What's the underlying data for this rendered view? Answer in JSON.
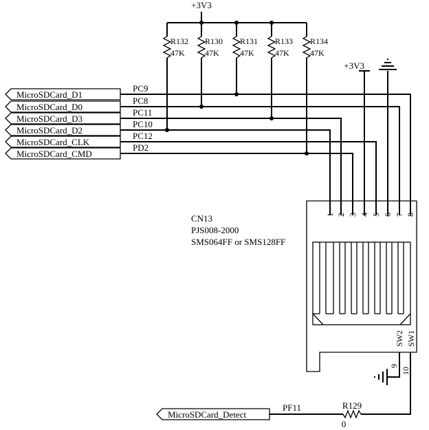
{
  "power": {
    "rail": "+3V3",
    "connector_supply": "+3V3"
  },
  "resistors": [
    {
      "ref": "R132",
      "value": "47K"
    },
    {
      "ref": "R130",
      "value": "47K"
    },
    {
      "ref": "R131",
      "value": "47K"
    },
    {
      "ref": "R133",
      "value": "47K"
    },
    {
      "ref": "R134",
      "value": "47K"
    }
  ],
  "signals": [
    {
      "name": "MicroSDCard_D1",
      "pin": "PC9"
    },
    {
      "name": "MicroSDCard_D0",
      "pin": "PC8"
    },
    {
      "name": "MicroSDCard_D3",
      "pin": "PC11"
    },
    {
      "name": "MicroSDCard_D2",
      "pin": "PC10"
    },
    {
      "name": "MicroSDCard_CLK",
      "pin": "PC12"
    },
    {
      "name": "MicroSDCard_CMD",
      "pin": "PD2"
    }
  ],
  "connector": {
    "ref": "CN13",
    "part": "PJS008-2000",
    "card": "SMS064FF or SMS128FF",
    "pins": [
      "1",
      "2",
      "3",
      "4",
      "5",
      "6",
      "7",
      "8"
    ],
    "switch_labels": [
      "SW2",
      "SW1"
    ],
    "switch_pins": [
      "9",
      "10"
    ]
  },
  "detect": {
    "name": "MicroSDCard_Detect",
    "pin": "PF11",
    "resistor_ref": "R129",
    "resistor_value": "0"
  }
}
